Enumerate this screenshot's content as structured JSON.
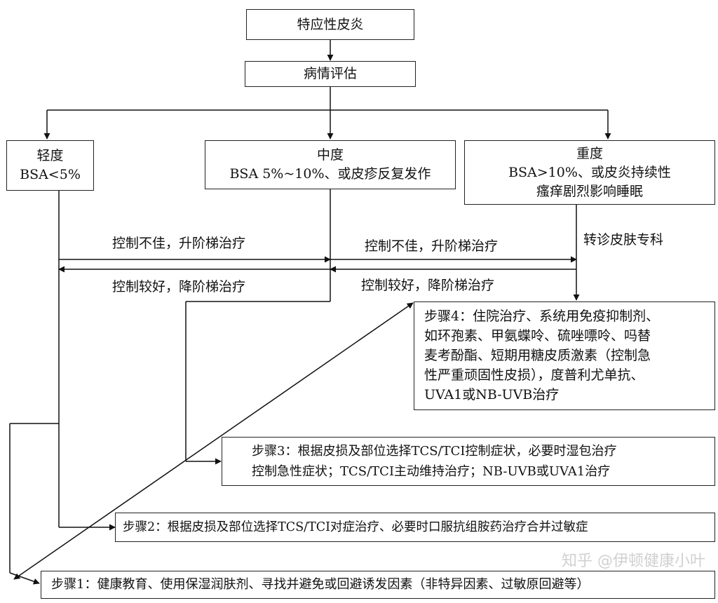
{
  "diagram": {
    "root": "特应性皮炎",
    "assess": "病情评估",
    "mild": {
      "title": "轻度",
      "criteria": "BSA<5%"
    },
    "moderate": {
      "title": "中度",
      "criteria": "BSA 5%~10%、或皮疹反复发作"
    },
    "severe": {
      "title": "重度",
      "criteria_line1": "BSA>10%、或皮炎持续性",
      "criteria_line2": "瘙痒剧烈影响睡眠"
    },
    "referral": "转诊皮肤专科",
    "step_up_1": "控制不佳，升阶梯治疗",
    "step_up_2": "控制不佳，升阶梯治疗",
    "step_down_1": "控制较好，降阶梯治疗",
    "step_down_2": "控制较好，降阶梯治疗",
    "step4": [
      "步骤4：住院治疗、系统用免疫抑制剂、",
      "如环孢素、甲氨蝶呤、硫唑嘌呤、吗替",
      "麦考酚酯、短期用糖皮质激素（控制急",
      "性严重顽固性皮损），度普利尤单抗、",
      "UVA1或NB-UVB治疗"
    ],
    "step3": [
      "步骤3：根据皮损及部位选择TCS/TCI控制症状，必要时湿包治疗",
      "控制急性症状；TCS/TCI主动维持治疗；NB-UVB或UVA1治疗"
    ],
    "step2": "步骤2：根据皮损及部位选择TCS/TCI对症治疗、必要时口服抗组胺药治疗合并过敏症",
    "step1": "步骤1：健康教育、使用保湿润肤剂、寻找并避免或回避诱发因素（非特异因素、过敏原回避等）"
  },
  "watermark": "知乎 @伊顿健康小叶"
}
